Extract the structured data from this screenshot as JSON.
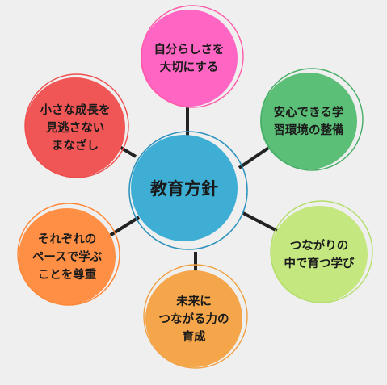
{
  "center": {
    "label": "教育方針",
    "color": "#3eaed4",
    "outline": "#2f93bd"
  },
  "nodes": [
    {
      "id": "top",
      "lines": [
        "自分らしさを",
        "大切にする"
      ],
      "color": "#ff66c4",
      "outline": "#ff5aa8"
    },
    {
      "id": "upper-right",
      "lines": [
        "安心できる学",
        "習環境の整備"
      ],
      "color": "#5bbf78",
      "outline": "#46ad66"
    },
    {
      "id": "lower-right",
      "lines": [
        "つながりの",
        "中で育つ学び"
      ],
      "color": "#c4e87f",
      "outline": "#b3dd6b"
    },
    {
      "id": "bottom",
      "lines": [
        "未来に",
        "つながる力の",
        "育成"
      ],
      "color": "#f5a64a",
      "outline": "#f0a040"
    },
    {
      "id": "lower-left",
      "lines": [
        "それぞれの",
        "ペースで学ぶ",
        "ことを尊重"
      ],
      "color": "#ff8f45",
      "outline": "#ff8533"
    },
    {
      "id": "upper-left",
      "lines": [
        "小さな成長を",
        "見逃さない",
        "まなざし"
      ],
      "color": "#f15656",
      "outline": "#ee4d4d"
    }
  ],
  "connector_color": "#222222"
}
